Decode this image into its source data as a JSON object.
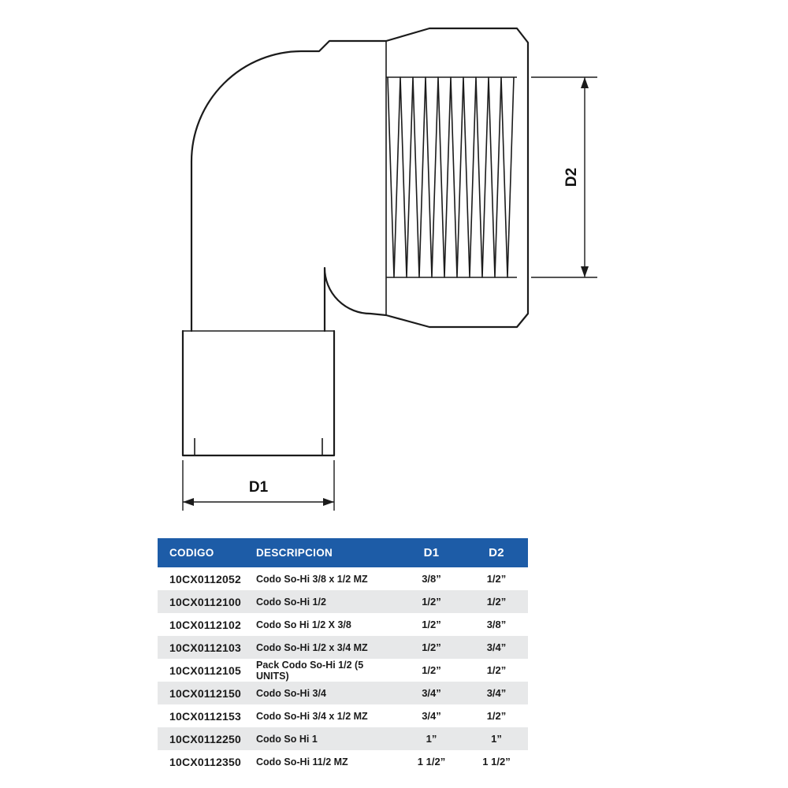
{
  "drawing": {
    "d1_label": "D1",
    "d2_label": "D2"
  },
  "table": {
    "headers": {
      "codigo": "CODIGO",
      "descripcion": "DESCRIPCION",
      "d1": "D1",
      "d2": "D2"
    },
    "rows": [
      {
        "codigo": "10CX0112052",
        "descripcion": "Codo So-Hi 3/8 x 1/2 MZ",
        "d1": "3/8”",
        "d2": "1/2”"
      },
      {
        "codigo": "10CX0112100",
        "descripcion": "Codo So-Hi 1/2",
        "d1": "1/2”",
        "d2": "1/2”"
      },
      {
        "codigo": "10CX0112102",
        "descripcion": "Codo So Hi 1/2 X 3/8",
        "d1": "1/2”",
        "d2": "3/8”"
      },
      {
        "codigo": "10CX0112103",
        "descripcion": "Codo So-Hi 1/2 x 3/4 MZ",
        "d1": "1/2”",
        "d2": "3/4”"
      },
      {
        "codigo": "10CX0112105",
        "descripcion": "Pack Codo So-Hi 1/2 (5 UNITS)",
        "d1": "1/2”",
        "d2": "1/2”"
      },
      {
        "codigo": "10CX0112150",
        "descripcion": "Codo So-Hi 3/4",
        "d1": "3/4”",
        "d2": "3/4”"
      },
      {
        "codigo": "10CX0112153",
        "descripcion": "Codo So-Hi 3/4 x 1/2 MZ",
        "d1": "3/4”",
        "d2": "1/2”"
      },
      {
        "codigo": "10CX0112250",
        "descripcion": "Codo So Hi 1",
        "d1": "1”",
        "d2": "1”"
      },
      {
        "codigo": "10CX0112350",
        "descripcion": "Codo So-Hi 11/2 MZ",
        "d1": "1 1/2”",
        "d2": "1 1/2”"
      }
    ],
    "colors": {
      "header_bg": "#1d5ca7",
      "header_text": "#ffffff",
      "alt_row_bg": "#e7e8e9"
    }
  }
}
